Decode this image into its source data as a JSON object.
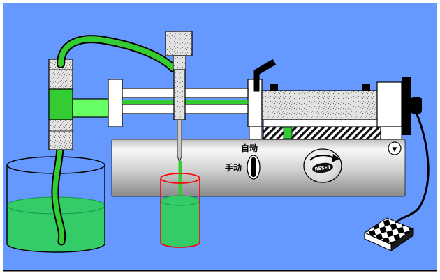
{
  "controls": {
    "auto_label": "自动",
    "manual_label": "手动",
    "reset_label": "RESET"
  },
  "icons": {
    "triangle_down": "▼"
  },
  "colors": {
    "background": "#6699FF",
    "liquid": "#33CC66",
    "tube": "#33CC33",
    "arm": "#66FF66",
    "glass_red": "#FF0000",
    "cable": "#000000"
  }
}
